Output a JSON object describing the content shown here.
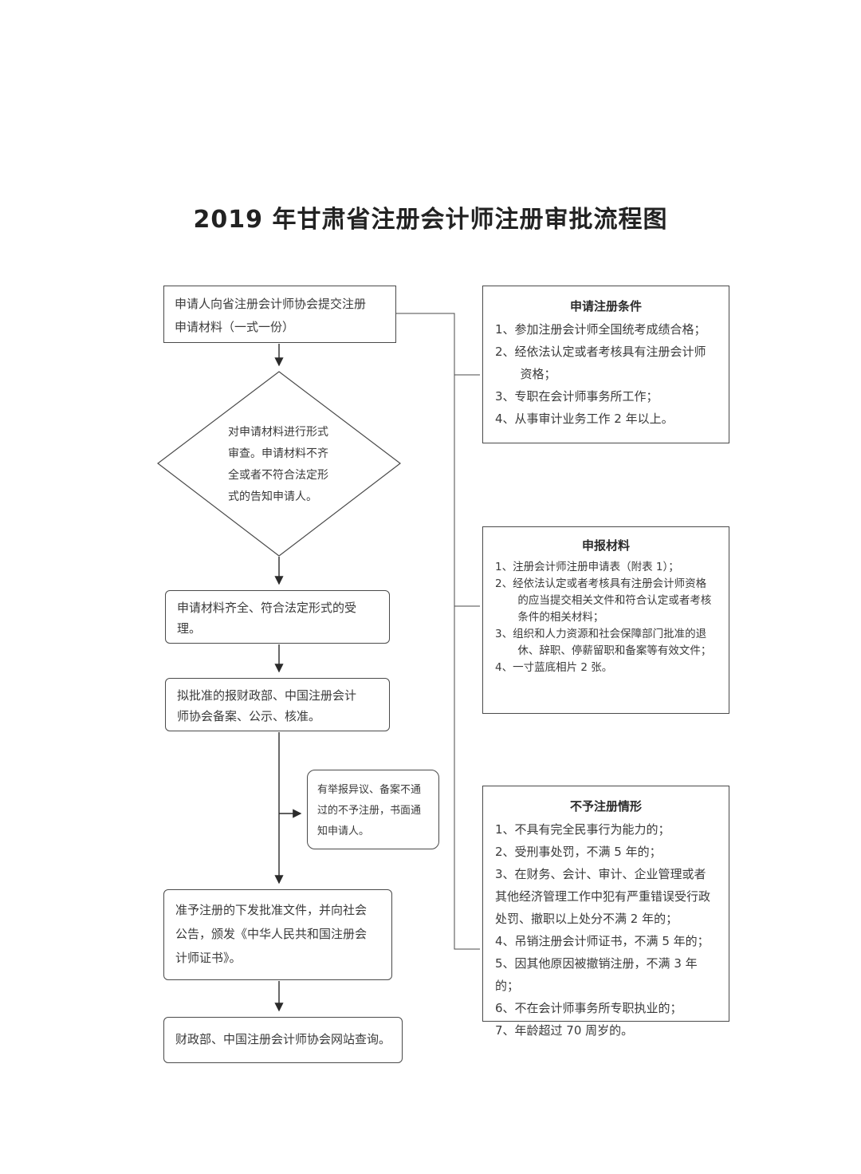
{
  "page": {
    "title": "2019 年甘肃省注册会计师注册审批流程图"
  },
  "flow": {
    "step1": "申请人向省注册会计师协会提交注册申请材料（一式一份）",
    "decision": "对申请材料进行形式审查。申请材料不齐全或者不符合法定形式的告知申请人。",
    "step2": "申请材料齐全、符合法定形式的受理。",
    "step3": "拟批准的报财政部、中国注册会计师协会备案、公示、核准。",
    "note": "有举报异议、备案不通过的不予注册，书面通知申请人。",
    "step4": "准予注册的下发批准文件，并向社会公告，颁发《中华人民共和国注册会计师证书》。",
    "step5": "财政部、中国注册会计师协会网站查询。"
  },
  "panels": {
    "conditions": {
      "title": "申请注册条件",
      "items": [
        "1、参加注册会计师全国统考成绩合格；",
        "2、经依法认定或者考核具有注册会计师资格；",
        "3、专职在会计师事务所工作；",
        "4、从事审计业务工作 2 年以上。"
      ]
    },
    "materials": {
      "title": "申报材料",
      "items": [
        "1、注册会计师注册申请表（附表 1）；",
        "2、经依法认定或者考核具有注册会计师资格的应当提交相关文件和符合认定或者考核条件的相关材料；",
        "3、组织和人力资源和社会保障部门批准的退休、辞职、停薪留职和备案等有效文件；",
        "4、一寸蓝底相片 2 张。"
      ]
    },
    "denial": {
      "title": "不予注册情形",
      "items": [
        "1、不具有完全民事行为能力的；",
        "2、受刑事处罚，不满 5 年的；",
        "3、在财务、会计、审计、企业管理或者其他经济管理工作中犯有严重错误受行政处罚、撤职以上处分不满 2 年的；",
        "4、吊销注册会计师证书，不满 5 年的；",
        "5、因其他原因被撤销注册，不满 3 年的；",
        "6、不在会计师事务所专职执业的；",
        "7、年龄超过 70 周岁的。"
      ]
    }
  },
  "colors": {
    "line": "#2b2b2b",
    "border": "#4a4a4a",
    "text": "#3a3a3a"
  }
}
